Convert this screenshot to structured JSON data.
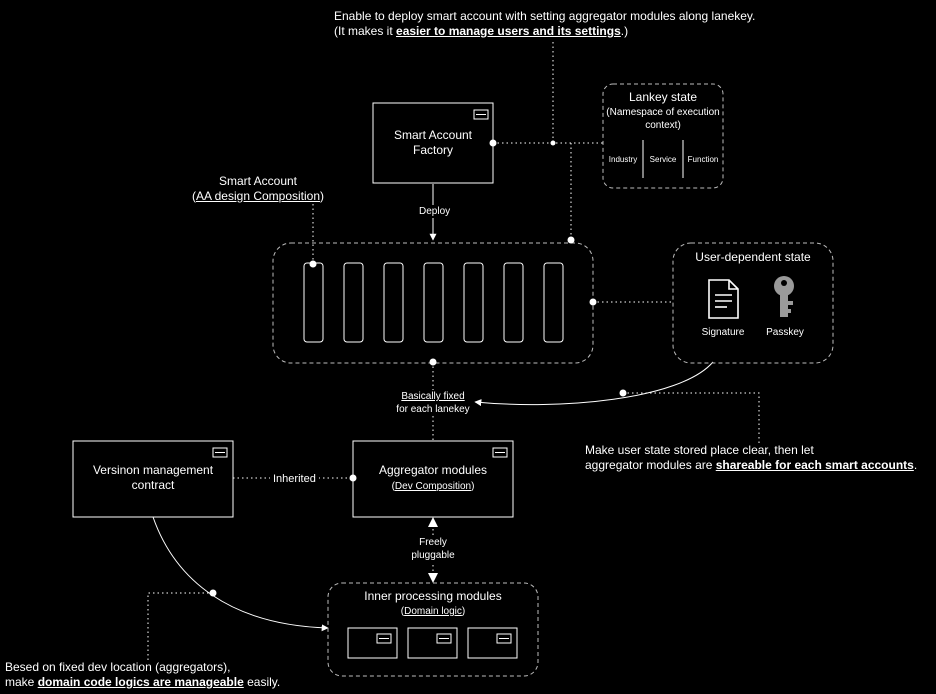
{
  "top_note": {
    "line1": "Enable to deploy smart account with setting aggregator modules along lanekey.",
    "line2_pre": "(It makes it ",
    "line2_em": "easier to manage users and its settings",
    "line2_post": ".)"
  },
  "factory": {
    "line1": "Smart Account",
    "line2": "Factory"
  },
  "lanekey_state": {
    "title": "Lankey state",
    "sub1": "(Namespace of execution",
    "sub2": "context)",
    "cols": [
      "Industry",
      "Service",
      "Function"
    ]
  },
  "smart_account": {
    "title": "Smart Account",
    "link_pre": "(",
    "link": "AA design Composition",
    "link_post": ")"
  },
  "deploy_label": "Deploy",
  "user_state": {
    "title": "User-dependent state",
    "items": [
      {
        "label": "Signature",
        "icon": "document-icon"
      },
      {
        "label": "Passkey",
        "icon": "key-icon"
      }
    ]
  },
  "fixed_note": {
    "line1": "Basically fixed",
    "line2": "for each lanekey"
  },
  "user_note": {
    "line1": "Make user state stored place clear, then let",
    "line2_pre": "aggregator modules are ",
    "line2_em": "shareable for each smart accounts",
    "line2_post": "."
  },
  "version_contract": {
    "line1": "Versinon management",
    "line2": "contract"
  },
  "inherited_label": "Inherited",
  "aggregator": {
    "title": "Aggregator modules",
    "link_pre": "(",
    "link": "Dev Composition",
    "link_post": ")"
  },
  "pluggable": {
    "line1": "Freely",
    "line2": "pluggable"
  },
  "inner": {
    "title": "Inner processing modules",
    "link_pre": "(",
    "link": "Domain logic",
    "link_post": ")"
  },
  "bottom_note": {
    "line1": "Besed on fixed dev location (aggregators),",
    "line2_pre": "make ",
    "line2_em": "domain code logics are manageable",
    "line2_post": " easily."
  },
  "colors": {
    "background": "#000000",
    "stroke": "#ffffff",
    "dashed": "#cccccc"
  }
}
